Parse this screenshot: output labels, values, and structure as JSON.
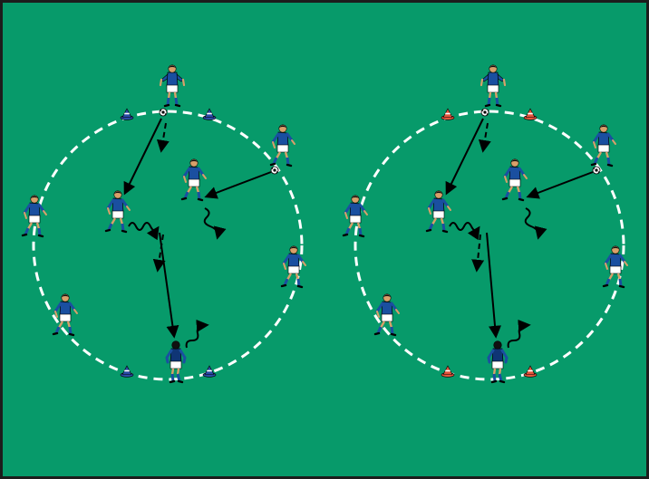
{
  "colors": {
    "pitch": "#079A6A",
    "frame": "#1c1c1c",
    "circle_line": "#ffffff",
    "shirt": "#1A4FA0",
    "shirt_dark": "#0F3575",
    "shorts": "#ffffff",
    "socks": "#1A4FA0",
    "skin": "#D9A06A",
    "hair": "#111111",
    "arrow": "#000000",
    "cone_blue": "#2A4BA6",
    "cone_red": "#E2553C"
  },
  "drills": [
    {
      "id": "drill-1",
      "cone_color": "blue"
    },
    {
      "id": "drill-2",
      "cone_color": "red"
    }
  ],
  "icons": {
    "player": "player-icon",
    "cone": "cone-icon",
    "ball": "ball-icon"
  }
}
